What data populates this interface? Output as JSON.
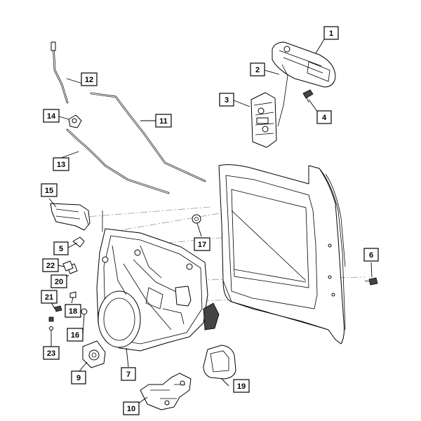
{
  "callouts": [
    {
      "id": "c1",
      "label": "1"
    },
    {
      "id": "c2",
      "label": "2"
    },
    {
      "id": "c3",
      "label": "3"
    },
    {
      "id": "c4",
      "label": "4"
    },
    {
      "id": "c5",
      "label": "5"
    },
    {
      "id": "c6",
      "label": "6"
    },
    {
      "id": "c7",
      "label": "7"
    },
    {
      "id": "c9",
      "label": "9"
    },
    {
      "id": "c10",
      "label": "10"
    },
    {
      "id": "c11",
      "label": "11"
    },
    {
      "id": "c12",
      "label": "12"
    },
    {
      "id": "c13",
      "label": "13"
    },
    {
      "id": "c14",
      "label": "14"
    },
    {
      "id": "c15",
      "label": "15"
    },
    {
      "id": "c16",
      "label": "16"
    },
    {
      "id": "c17",
      "label": "17"
    },
    {
      "id": "c18",
      "label": "18"
    },
    {
      "id": "c19",
      "label": "19"
    },
    {
      "id": "c20",
      "label": "20"
    },
    {
      "id": "c21",
      "label": "21"
    },
    {
      "id": "c22",
      "label": "22"
    },
    {
      "id": "c23",
      "label": "23"
    }
  ]
}
